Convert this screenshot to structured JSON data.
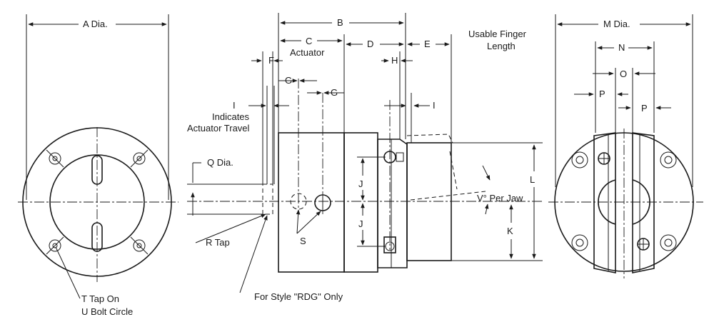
{
  "labels": {
    "a_dia": "A Dia.",
    "b": "B",
    "c": "C",
    "actuator": "Actuator",
    "d": "D",
    "e": "E",
    "usable_1": "Usable Finger",
    "usable_2": "Length",
    "f": "F",
    "g1": "G",
    "g2": "G",
    "h": "H",
    "i1": "I",
    "i2": "I",
    "indicates_1": "Indicates",
    "indicates_2": "Actuator Travel",
    "q_dia": "Q Dia.",
    "r_tap": "R Tap",
    "s": "S",
    "j1": "J",
    "j2": "J",
    "v_per_jaw": "V° Per Jaw",
    "k": "K",
    "l": "L",
    "m_dia": "M Dia.",
    "n": "N",
    "o": "O",
    "p1": "P",
    "p2": "P",
    "t_tap_1": "T Tap On",
    "t_tap_2": "U Bolt Circle",
    "rdg_note": "For Style \"RDG\" Only"
  }
}
